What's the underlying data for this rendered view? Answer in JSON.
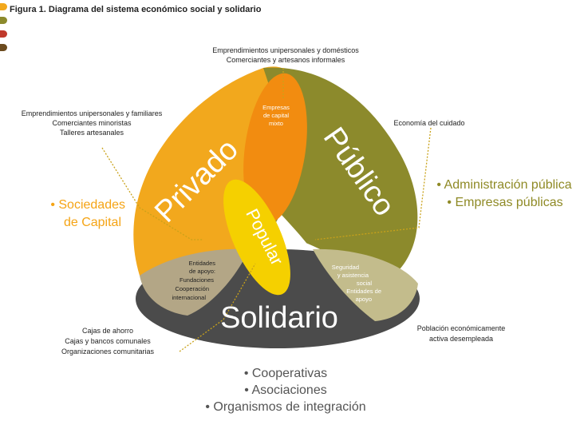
{
  "title": "Figura 1. Diagrama del sistema económico social y solidario",
  "colors": {
    "privado": "#F2A81D",
    "publico": "#8C8A2C",
    "solidario": "#4B4B4B",
    "popular": "#F5D000",
    "mixto": "#F28C10",
    "beige": "#B3A686",
    "beige_light": "#C3BC8C",
    "orange_text": "#F5A415",
    "olive_text": "#8F8A26"
  },
  "legend_dots": [
    "#F2A81D",
    "#8C8A2C",
    "#C0392B",
    "#6B4A1E"
  ],
  "sectors": {
    "privado": "Privado",
    "publico": "Público",
    "solidario": "Solidario",
    "popular": "Popular"
  },
  "mixto": [
    "Empresas",
    "de capital",
    "mixto"
  ],
  "apoyo_left": [
    "Entidades",
    "de apoyo:",
    "Fundaciones",
    "Cooperación",
    "internacional"
  ],
  "apoyo_right": [
    "Seguridad",
    "y asistencia",
    "social",
    "Entidades de",
    "apoyo"
  ],
  "top_note": [
    "Emprendimientos unipersonales y domésticos",
    "Comerciantes y artesanos informales"
  ],
  "left_note": [
    "Emprendimientos unipersonales y familiares",
    "Comerciantes minoristas",
    "Talleres artesanales"
  ],
  "right_note": "Economía del cuidado",
  "privado_items": [
    "• Sociedades",
    "de Capital"
  ],
  "publico_items": [
    "• Administración pública",
    "• Empresas públicas"
  ],
  "bottom_left_note": [
    "Cajas de ahorro",
    "Cajas y bancos comunales",
    "Organizaciones comunitarias"
  ],
  "bottom_right_note": [
    "Población económicamente",
    "activa desempleada"
  ],
  "solidario_items": [
    "• Cooperativas",
    "• Asociaciones",
    "• Organismos de integración"
  ]
}
